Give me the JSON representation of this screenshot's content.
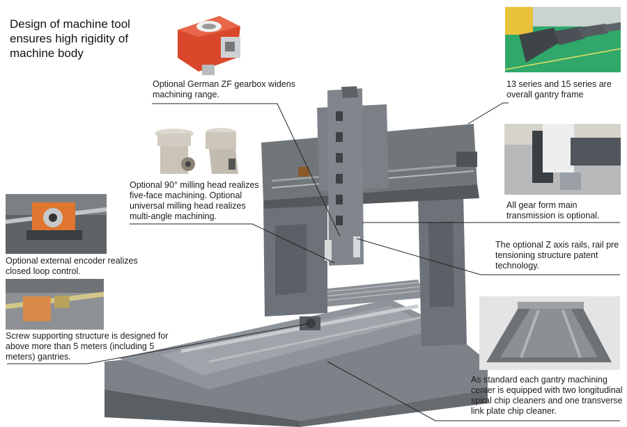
{
  "title": "Design of machine tool\nensures high rigidity of\nmachine body",
  "callouts": {
    "gearbox": "Optional German ZF gearbox widens\nmachining range.",
    "gantry_frame": "13 series and 15 series are\noverall gantry frame",
    "milling_head": "Optional 90° milling head realizes\nfive-face machining. Optional\nuniversal milling head realizes\nmulti-angle machining.",
    "gear_transmission": "All gear form main\ntransmission is optional.",
    "encoder": "Optional external encoder realizes\nclosed loop control.",
    "z_axis": "The optional Z axis rails, rail pre\ntensioning structure patent\ntechnology.",
    "screw_support": "Screw supporting structure is designed for\nabove more than 5 meters (including 5\nmeters) gantries.",
    "chip_cleaners": "As standard each gantry machining\ncenter is equipped with two longitudinal\nspiral chip cleaners and one transverse\nlink plate chip cleaner."
  },
  "colors": {
    "machine_body": "#6f757b",
    "machine_dark": "#4a4f55",
    "gearbox_red": "#d9482b",
    "encoder_orange": "#e0762f",
    "factory_floor": "#2fa86a",
    "leader_line": "#222222"
  }
}
